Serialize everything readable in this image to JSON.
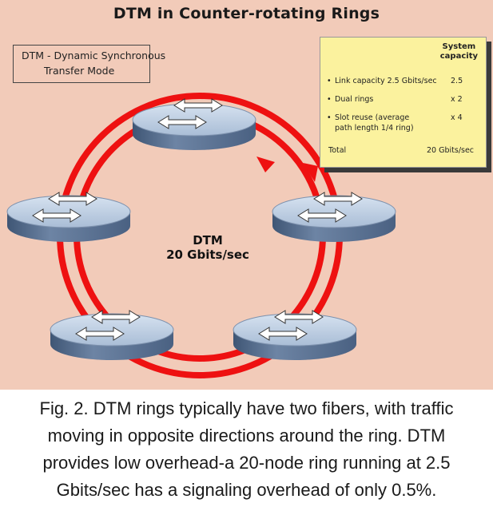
{
  "figure": {
    "title": "DTM in Counter-rotating Rings",
    "acronym_box": {
      "line1": "DTM - Dynamic Synchronous",
      "line2": "Transfer Mode"
    },
    "capacity_table": {
      "header_line1": "System",
      "header_line2": "capacity",
      "rows": [
        {
          "bullet": "•",
          "label": "Link capacity 2.5 Gbits/sec",
          "value": "2.5"
        },
        {
          "bullet": "•",
          "label": "Dual rings",
          "value": "x 2"
        },
        {
          "bullet": "•",
          "label": "Slot reuse (average",
          "label2": "path length 1/4 ring)",
          "value": "x 4"
        }
      ],
      "total_label": "Total",
      "total_value": "20 Gbits/sec"
    },
    "center_label": {
      "line1": "DTM",
      "line2": "20 Gbits/sec"
    },
    "colors": {
      "background": "#f2cbb9",
      "ring": "#ee1111",
      "node_top": "#c3d3e6",
      "node_side": "#5b7190",
      "table_bg": "#fbf29e"
    },
    "node_count": 5
  },
  "caption": {
    "line1": "Fig. 2. DTM rings typically have two fibers, with traffic",
    "line2": "moving in opposite directions around the ring. DTM",
    "line3": "provides low overhead-a 20-node ring running at 2.5",
    "line4": "Gbits/sec has a signaling overhead of only 0.5%."
  }
}
